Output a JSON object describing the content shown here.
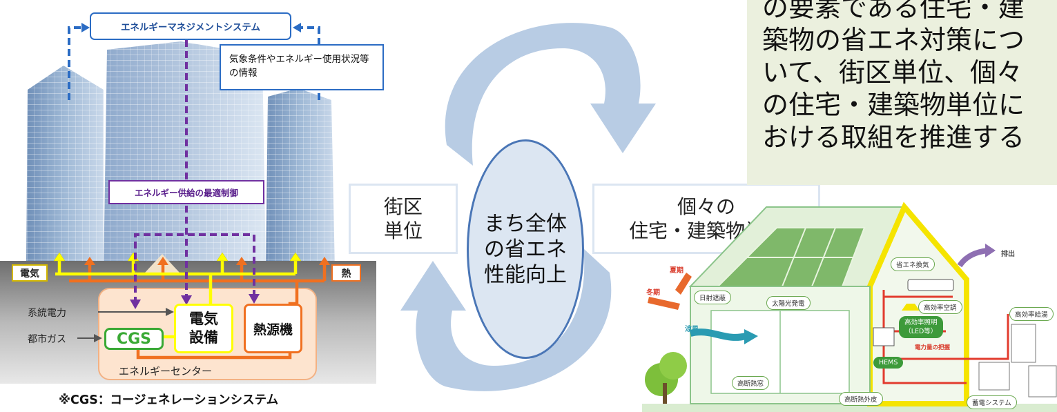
{
  "left_diagram": {
    "ems_title": "エネルギーマネジメントシステム",
    "weather_info": "気象条件やエネルギー使用状況等の情報",
    "supply_control": "エネルギー供給の最適制御",
    "electricity_tag": "電気",
    "heat_tag": "熱",
    "grid_power": "系統電力",
    "city_gas": "都市ガス",
    "cgs_label": "CGS",
    "electric_equipment": "電気\n設備",
    "heat_source": "熱源機",
    "energy_center": "エネルギーセンター",
    "footnote": "※CGS：コージェネレーションシステム",
    "colors": {
      "blue": "#2b6cc4",
      "purple": "#7030a0",
      "yellow": "#ffff00",
      "orange": "#f07020",
      "green": "#3aa935"
    }
  },
  "center": {
    "district_unit": "街区\n単位",
    "oval_text": "まち全体\nの省エネ\n性能向上",
    "building_unit": "個々の\n住宅・建築物単位",
    "arrow_color": "#b8cce4"
  },
  "top_right_text": "の要素である住宅・建\n築物の省エネ対策につ\nいて、街区単位、個々\nの住宅・建築物単位に\nおける取組を推進する",
  "house_labels": {
    "summer": "夏期",
    "winter": "冬期",
    "shading": "日射遮蔽",
    "solar": "太陽光発電",
    "eco_vent": "省エネ換気",
    "exhaust": "排出",
    "ac": "高効率空調",
    "lighting": "高効率照明\n（LED等）",
    "power_grasp": "電力量の把握",
    "water_heater": "高効率給湯",
    "cool_breeze": "涼風",
    "windows": "高断熱窓",
    "hems": "HEMS",
    "insulation": "高断熱外皮",
    "battery": "蓄電システム"
  }
}
